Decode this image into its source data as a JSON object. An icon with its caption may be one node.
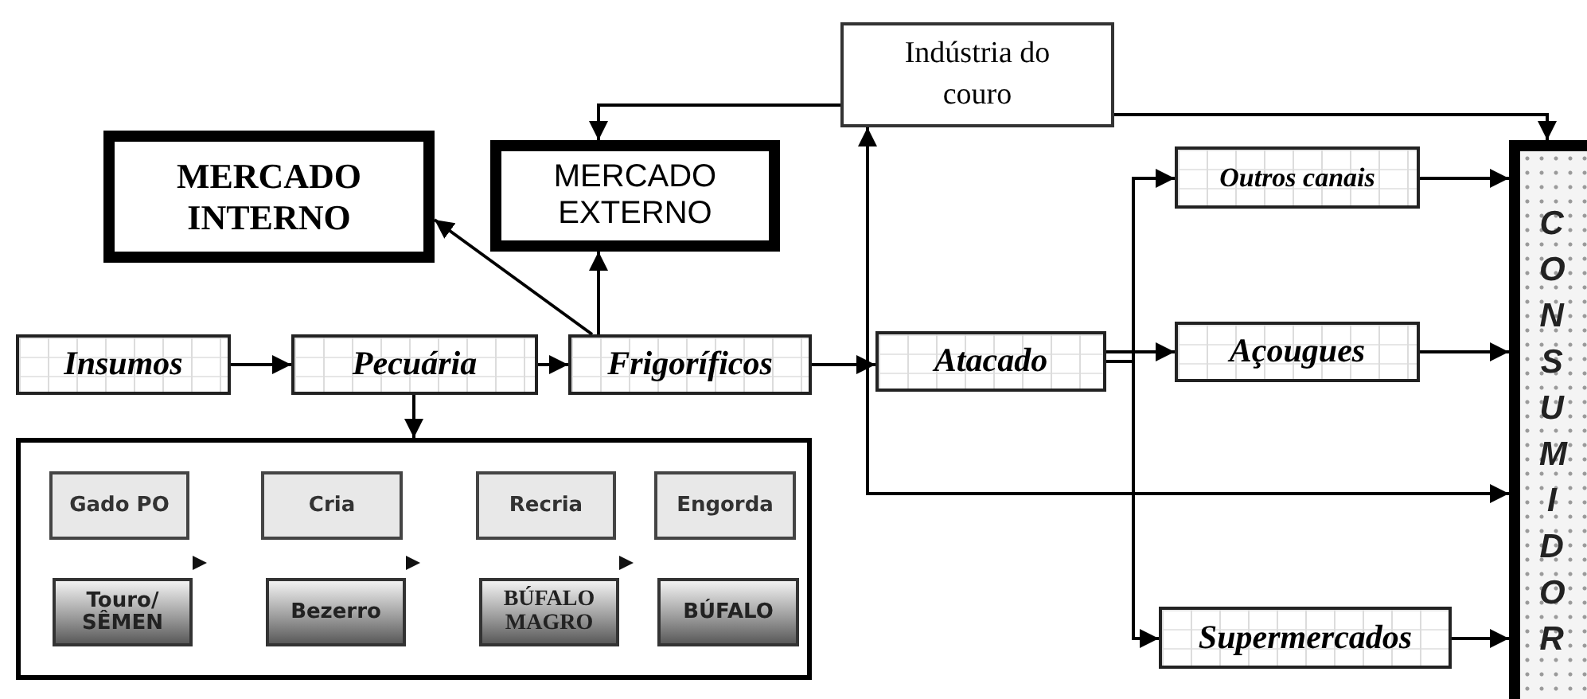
{
  "diagram": {
    "nodes": [
      {
        "text": [
          "Indústria do couro"
        ]
      },
      {
        "text": [
          "MERCADO INTERNO"
        ]
      },
      {
        "text": [
          "MERCADO EXTERNO"
        ]
      },
      {
        "text": [
          "Insumos"
        ]
      },
      {
        "text": [
          "Pecuária"
        ]
      },
      {
        "text": [
          "Frigoríficos"
        ]
      },
      {
        "text": [
          "Atacado"
        ]
      },
      {
        "text": [
          "Outros canais"
        ]
      },
      {
        "text": [
          "Açougues"
        ]
      },
      {
        "text": [
          "Supermercados"
        ]
      },
      {
        "text": [
          "CONSUMIDOR"
        ]
      },
      {
        "text": [],
        "shape": "box"
      },
      {
        "text": [
          "Gado PO"
        ],
        "in": 11
      },
      {
        "text": [
          "Cria"
        ],
        "in": 11
      },
      {
        "text": [
          "Recria"
        ],
        "in": 11
      },
      {
        "text": [
          "Engorda"
        ],
        "in": 11
      },
      {
        "text": [
          "Touro/ SÊMEN"
        ],
        "in": 11
      },
      {
        "text": [
          "Bezerro"
        ],
        "in": 11
      },
      {
        "text": [
          "BÚFALO MAGRO"
        ],
        "in": 11
      },
      {
        "text": [
          "BÚFALO"
        ],
        "in": 11
      }
    ],
    "edges": [
      {
        "from": 3,
        "to": 4,
        "arrow": "to"
      },
      {
        "from": 4,
        "to": 5,
        "arrow": "to"
      },
      {
        "from": 4,
        "to": 11,
        "arrow": "to"
      },
      {
        "from": 5,
        "to": 2,
        "arrow": "to"
      },
      {
        "from": 5,
        "to": 1,
        "arrow": "to"
      },
      {
        "from": 5,
        "to": 6,
        "arrow": "to"
      },
      {
        "from": 0,
        "to": 2,
        "arrow": "to"
      },
      {
        "from": 0,
        "to": 10,
        "arrow": "to"
      },
      {
        "from": 5,
        "to": 0,
        "arrow": "to"
      },
      {
        "from": 5,
        "to": 10,
        "arrow": "to"
      },
      {
        "from": 6,
        "to": 7,
        "arrow": "to"
      },
      {
        "from": 6,
        "to": 8,
        "arrow": "to"
      },
      {
        "from": 6,
        "to": 9,
        "arrow": "to"
      },
      {
        "from": 7,
        "to": 10,
        "arrow": "to"
      },
      {
        "from": 8,
        "to": 10,
        "arrow": "to"
      },
      {
        "from": 9,
        "to": 10,
        "arrow": "to"
      }
    ]
  }
}
